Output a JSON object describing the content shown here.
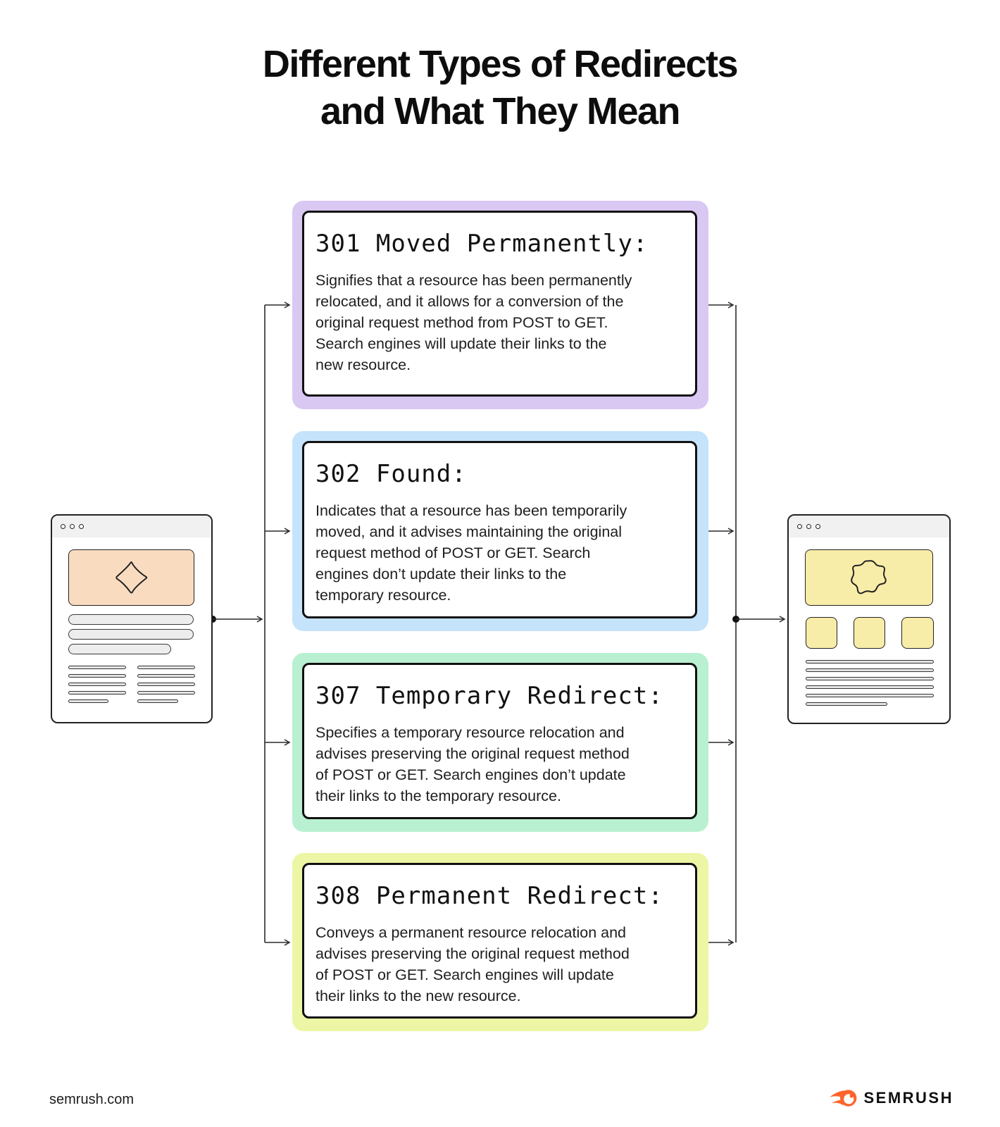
{
  "title": {
    "line1": "Different Types of Redirects",
    "line2": "and What They Mean"
  },
  "redirect_boxes": [
    {
      "heading": "301 Moved Permanently:",
      "description": "Signifies that a resource has been permanently\nrelocated, and it allows for a conversion of the\noriginal request method from POST to GET.\nSearch engines will update their links to the\nnew resource.",
      "accent_color": "#d9c8f2"
    },
    {
      "heading": "302 Found:",
      "description": "Indicates that a resource has been temporarily\nmoved, and it advises maintaining the original\nrequest method of POST or GET. Search\nengines don’t update their links to the\ntemporary resource.",
      "accent_color": "#c5e3fb"
    },
    {
      "heading": "307 Temporary Redirect:",
      "description": "Specifies a temporary resource relocation and\nadvises preserving the original request method\nof POST or GET. Search engines don’t update\ntheir links to the temporary resource.",
      "accent_color": "#b9f0d1"
    },
    {
      "heading": "308 Permanent Redirect:",
      "description": "Conveys a permanent resource relocation and\nadvises preserving the original request method\nof POST or GET. Search engines will update\ntheir links to the new resource.",
      "accent_color": "#ecf6a4"
    }
  ],
  "illustrations": {
    "left_browser": {
      "icon": "diamond-icon",
      "hero_color": "#f9dcc0"
    },
    "right_browser": {
      "icon": "blob-icon",
      "hero_color": "#f8eca9",
      "tile_color": "#f8eca9"
    }
  },
  "footer": {
    "website": "semrush.com",
    "brand": {
      "icon": "semrush-flame-icon",
      "name": "SEMRUSH",
      "icon_color": "#ff642d"
    }
  }
}
